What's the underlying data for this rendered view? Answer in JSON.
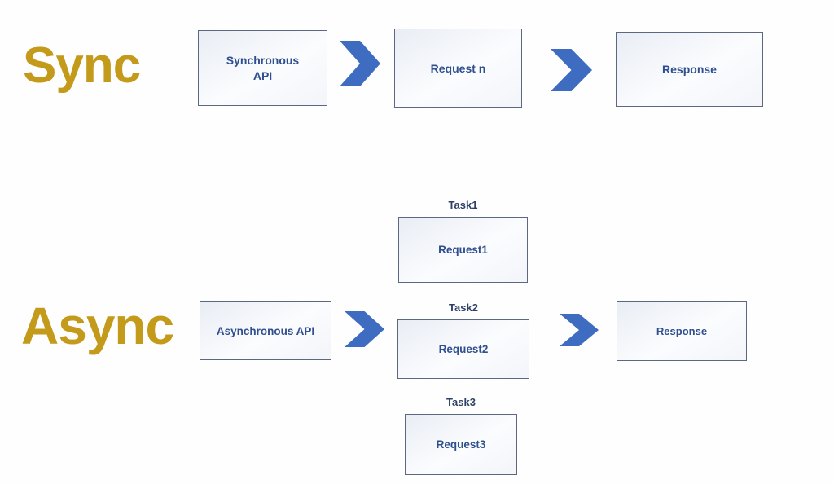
{
  "colors": {
    "gold": "#C49A1A",
    "arrow-blue": "#3D6CC0",
    "box-text": "#2F4F8F",
    "box-border": "#5C6780",
    "task-title": "#2E3F66"
  },
  "sync": {
    "label": "Sync",
    "api_label": "Synchronous API",
    "request_label": "Request n",
    "response_label": "Response"
  },
  "async": {
    "label": "Async",
    "api_label": "Asynchronous API",
    "tasks": [
      {
        "title": "Task1",
        "request_label": "Request1"
      },
      {
        "title": "Task2",
        "request_label": "Request2"
      },
      {
        "title": "Task3",
        "request_label": "Request3"
      }
    ],
    "response_label": "Response"
  }
}
